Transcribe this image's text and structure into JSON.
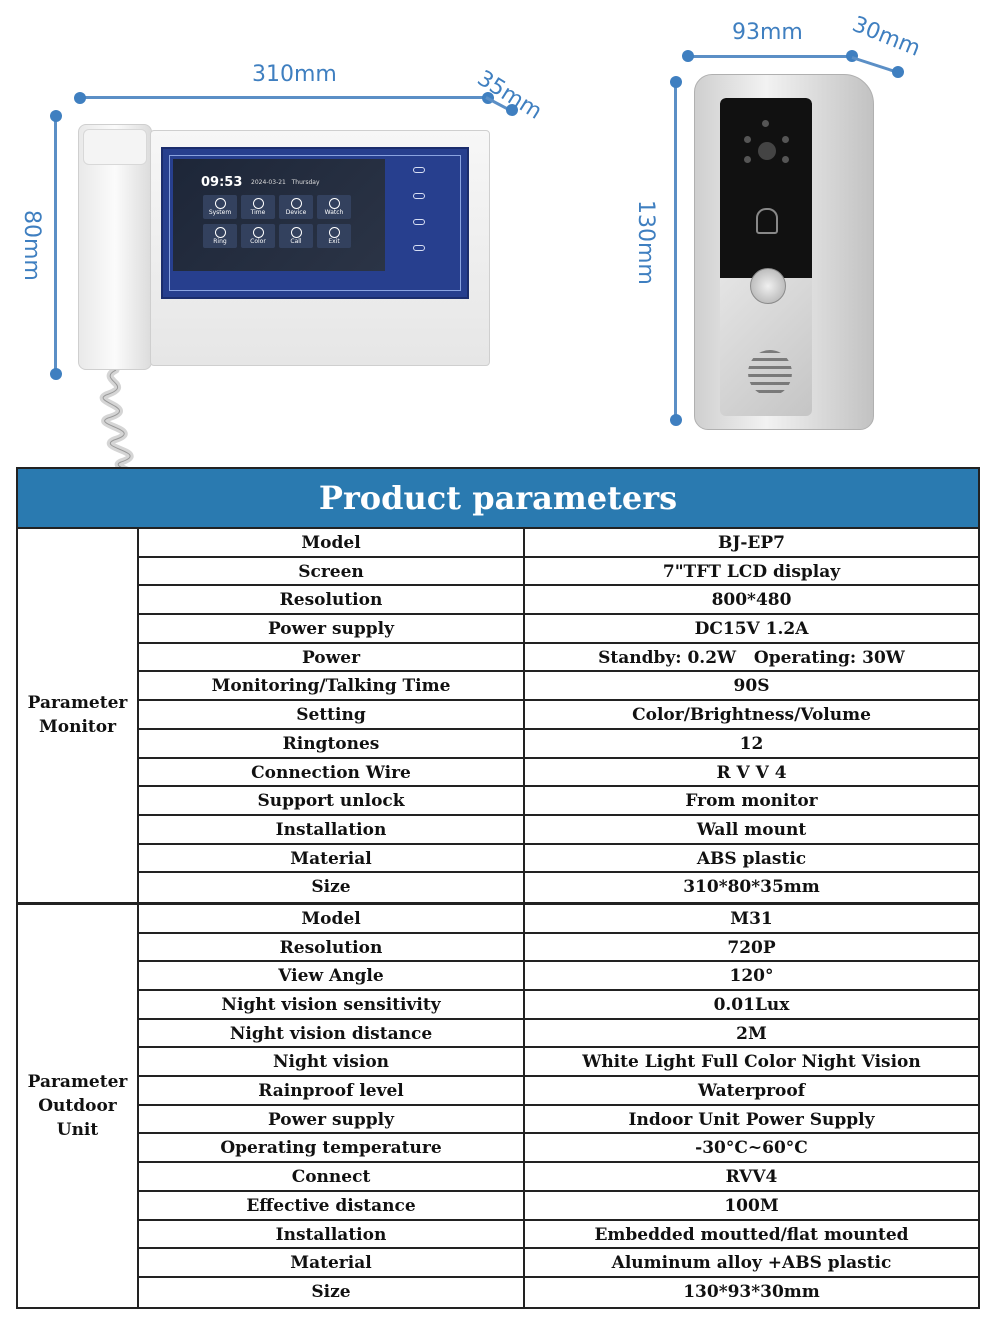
{
  "dimensions": {
    "monitor": {
      "width": "310mm",
      "depth": "35mm",
      "height": "80mm"
    },
    "doorbell": {
      "width": "93mm",
      "depth": "30mm",
      "height": "130mm"
    }
  },
  "monitor_screen": {
    "time": "09:53",
    "date": "2024-03-21",
    "weekday": "Thursday",
    "icons": [
      "System",
      "Time",
      "Device",
      "Watch",
      "Ring",
      "Color",
      "Call",
      "Exit"
    ]
  },
  "table": {
    "title": "Product parameters",
    "sections": [
      {
        "label_lines": [
          "Parameter",
          "Monitor"
        ],
        "rows": [
          {
            "key": "Model",
            "value": "BJ-EP7"
          },
          {
            "key": "Screen",
            "value": "7\"TFT LCD display"
          },
          {
            "key": "Resolution",
            "value": "800*480"
          },
          {
            "key": "Power supply",
            "value": "DC15V 1.2A"
          },
          {
            "key": "Power",
            "value": "Standby: 0.2W   Operating: 30W"
          },
          {
            "key": "Monitoring/Talking Time",
            "value": "90S"
          },
          {
            "key": "Setting",
            "value": "Color/Brightness/Volume"
          },
          {
            "key": "Ringtones",
            "value": "12"
          },
          {
            "key": "Connection Wire",
            "value": "R V V 4"
          },
          {
            "key": "Support unlock",
            "value": "From monitor"
          },
          {
            "key": "Installation",
            "value": "Wall mount"
          },
          {
            "key": "Material",
            "value": "ABS plastic"
          },
          {
            "key": "Size",
            "value": "310*80*35mm"
          }
        ]
      },
      {
        "label_lines": [
          "Parameter",
          "Outdoor",
          "Unit"
        ],
        "rows": [
          {
            "key": "Model",
            "value": "M31"
          },
          {
            "key": "Resolution",
            "value": "720P"
          },
          {
            "key": "View Angle",
            "value": "120°"
          },
          {
            "key": "Night vision sensitivity",
            "value": "0.01Lux"
          },
          {
            "key": "Night vision distance",
            "value": "2M"
          },
          {
            "key": "Night vision",
            "value": "White Light Full Color Night Vision"
          },
          {
            "key": "Rainproof level",
            "value": "Waterproof"
          },
          {
            "key": "Power supply",
            "value": "Indoor Unit Power Supply"
          },
          {
            "key": "Operating temperature",
            "value": "-30°C~60°C"
          },
          {
            "key": "Connect",
            "value": "RVV4"
          },
          {
            "key": "Effective distance",
            "value": "100M"
          },
          {
            "key": "Installation",
            "value": "Embedded moutted/flat mounted"
          },
          {
            "key": "Material",
            "value": "Aluminum alloy +ABS plastic"
          },
          {
            "key": "Size",
            "value": "130*93*30mm"
          }
        ]
      }
    ]
  }
}
